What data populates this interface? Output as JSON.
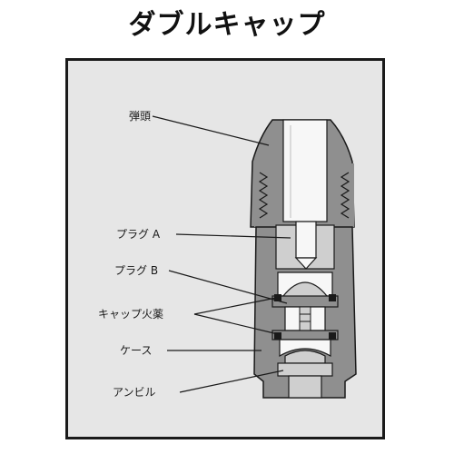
{
  "title": "ダブルキャップ",
  "labels": {
    "bullet_head": "弾頭",
    "plug_a": "プラグ A",
    "plug_b": "プラグ B",
    "cap_primer": "キャップ火薬",
    "case": "ケース",
    "anvil": "アンビル"
  },
  "colors": {
    "background": "#e6e6e6",
    "frame": "#1a1a1a",
    "body_gray": "#8f8f8f",
    "light_gray": "#cfcfcf",
    "white_part": "#f7f7f7"
  }
}
